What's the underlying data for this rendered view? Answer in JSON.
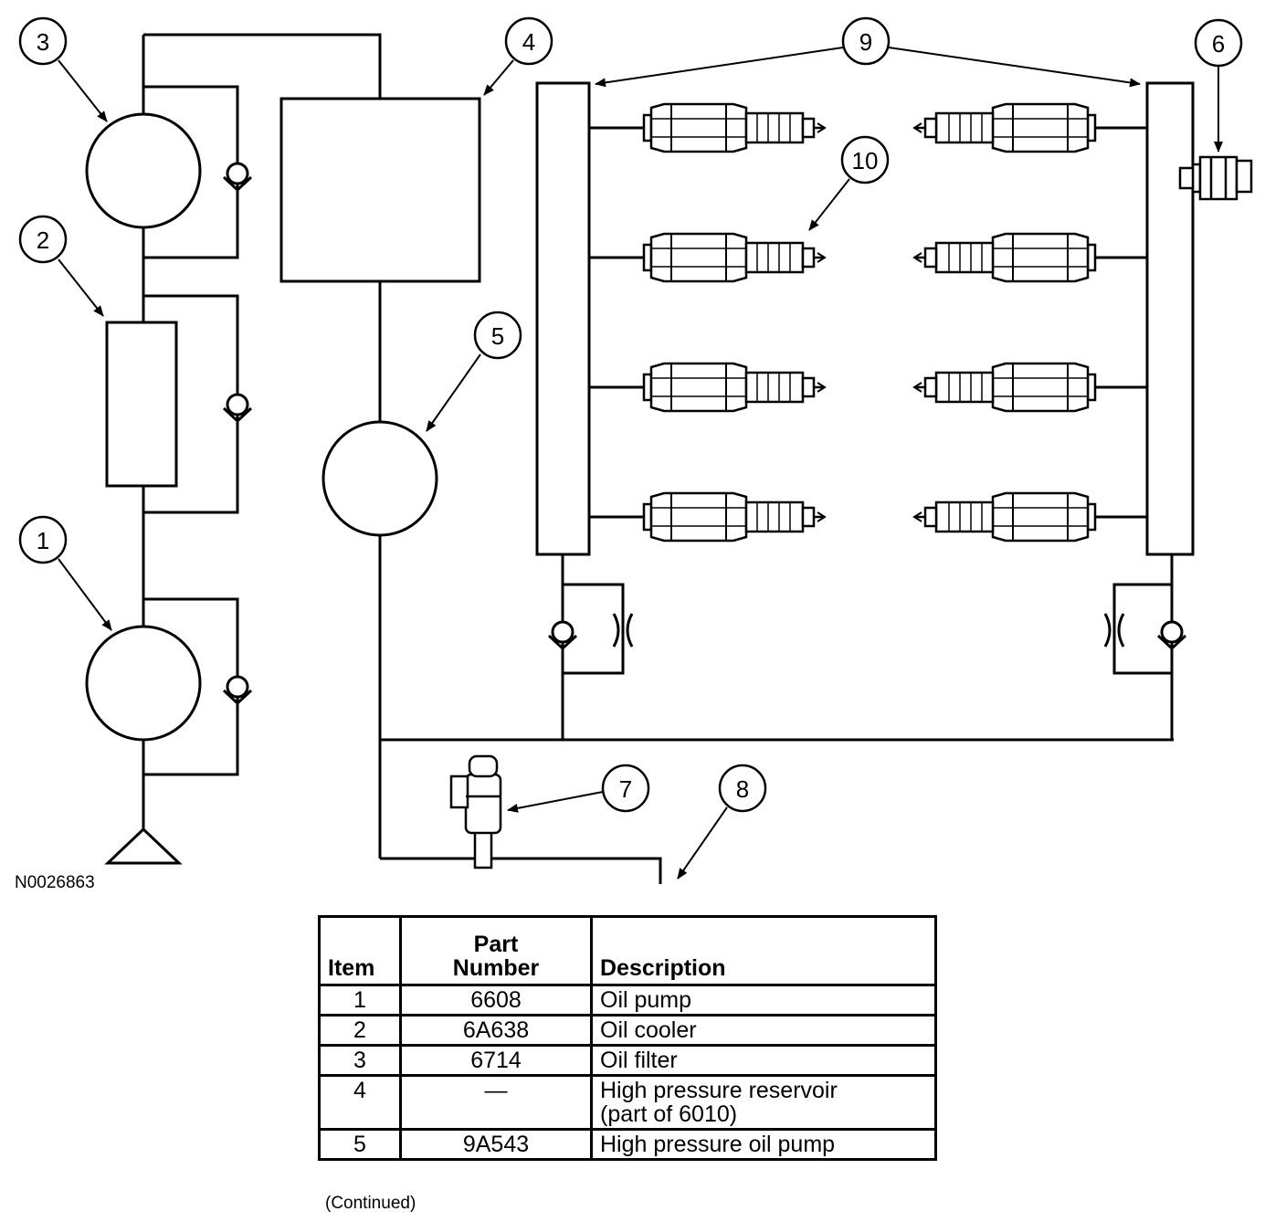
{
  "figure_id": "N0026863",
  "callouts": [
    "1",
    "2",
    "3",
    "4",
    "5",
    "6",
    "7",
    "8",
    "9",
    "10"
  ],
  "table": {
    "headers": {
      "item": "Item",
      "part_line1": "Part",
      "part_line2": "Number",
      "description": "Description"
    },
    "rows": [
      {
        "item": "1",
        "part": "6608",
        "description": "Oil pump"
      },
      {
        "item": "2",
        "part": "6A638",
        "description": "Oil cooler"
      },
      {
        "item": "3",
        "part": "6714",
        "description": "Oil filter"
      },
      {
        "item": "4",
        "part": "—",
        "description": "High pressure reservoir",
        "description_line2": "(part of 6010)"
      },
      {
        "item": "5",
        "part": "9A543",
        "description": "High pressure oil pump"
      }
    ]
  },
  "continued": "(Continued)"
}
